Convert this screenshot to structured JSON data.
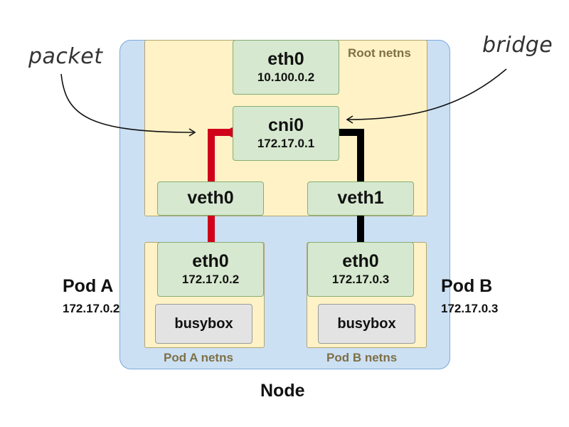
{
  "diagram": {
    "node_label": "Node",
    "root_netns": {
      "label": "Root netns",
      "eth0": {
        "name": "eth0",
        "ip": "10.100.0.2"
      },
      "bridge": {
        "name": "cni0",
        "ip": "172.17.0.1"
      },
      "veth0": {
        "name": "veth0"
      },
      "veth1": {
        "name": "veth1"
      }
    },
    "pod_a": {
      "label": "Pod A",
      "ip": "172.17.0.2",
      "netns_label": "Pod A netns",
      "eth0": {
        "name": "eth0",
        "ip": "172.17.0.2"
      },
      "container": "busybox"
    },
    "pod_b": {
      "label": "Pod B",
      "ip": "172.17.0.3",
      "netns_label": "Pod B netns",
      "eth0": {
        "name": "eth0",
        "ip": "172.17.0.3"
      },
      "container": "busybox"
    },
    "annotations": {
      "packet": "packet",
      "bridge": "bridge"
    },
    "colors": {
      "packet_path": "#d0021b",
      "idle_path": "#000000",
      "node_fill": "#cce0f4",
      "netns_fill": "#fff2c6",
      "interface_fill": "#d6e8cf",
      "container_fill": "#e3e3e3"
    }
  }
}
